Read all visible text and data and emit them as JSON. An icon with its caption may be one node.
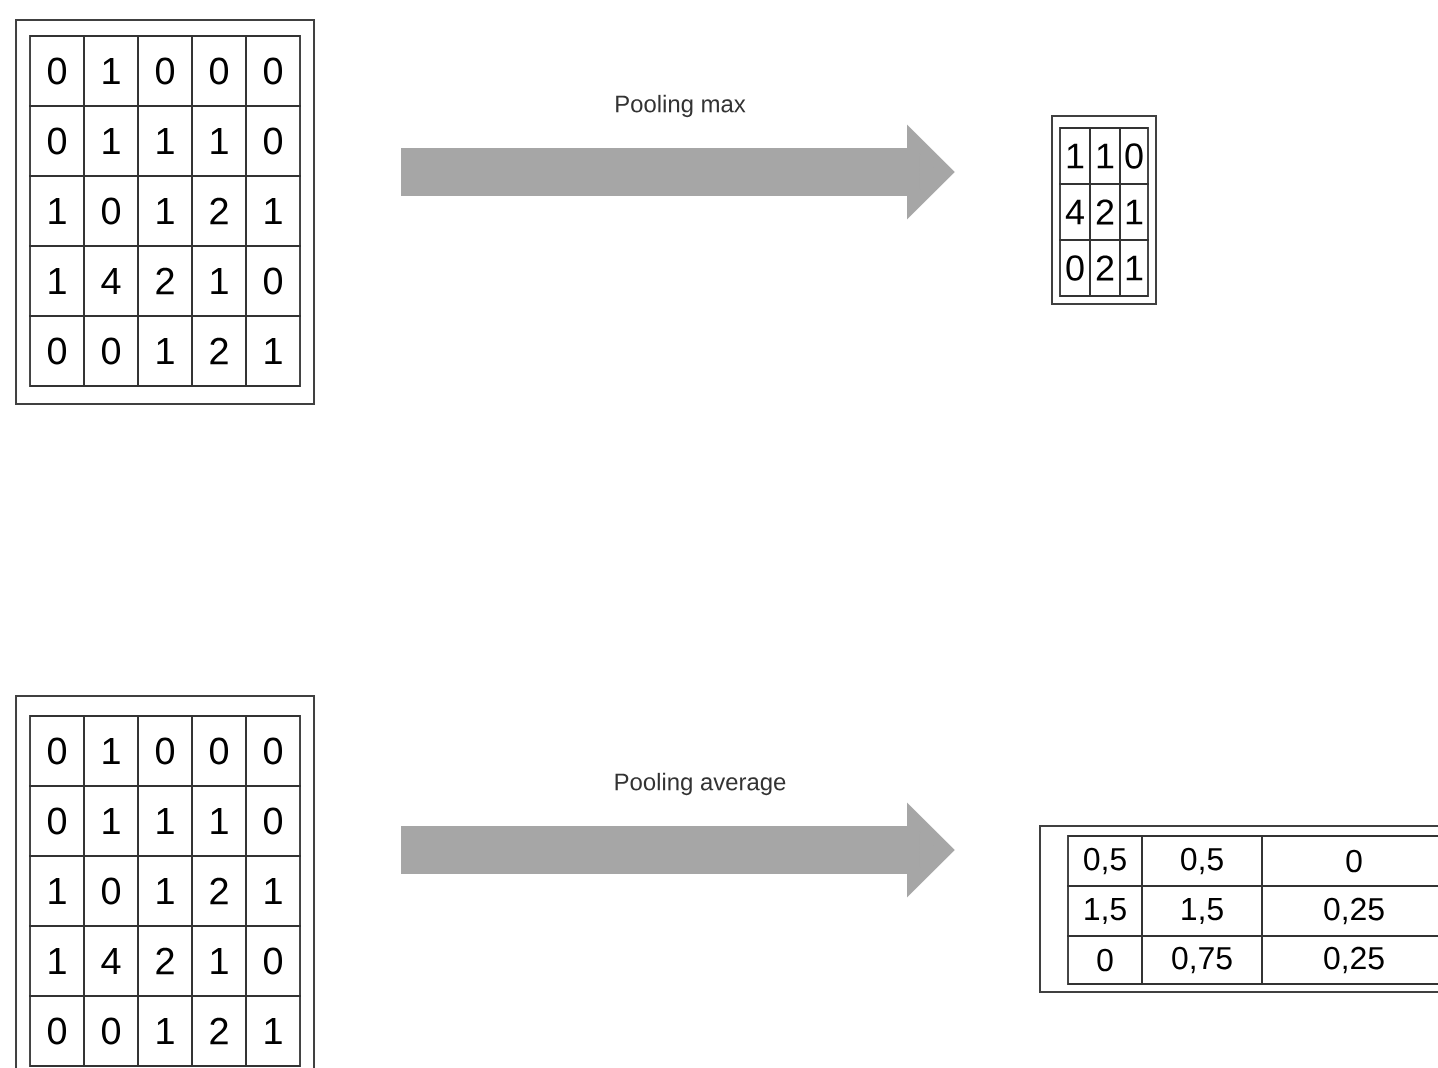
{
  "diagram": {
    "nodes": [
      {
        "text": [
          "0",
          "1",
          "0",
          "0",
          "0",
          "0",
          "1",
          "1",
          "1",
          "0",
          "1",
          "0",
          "1",
          "2",
          "1",
          "1",
          "4",
          "2",
          "1",
          "0",
          "0",
          "0",
          "1",
          "2",
          "1"
        ]
      },
      {
        "text": [
          "1",
          "1",
          "0",
          "4",
          "2",
          "1",
          "0",
          "2",
          "1"
        ]
      },
      {
        "text": [
          "0",
          "1",
          "0",
          "0",
          "0",
          "0",
          "1",
          "1",
          "1",
          "0",
          "1",
          "0",
          "1",
          "2",
          "1",
          "1",
          "4",
          "2",
          "1",
          "0",
          "0",
          "0",
          "1",
          "2",
          "1"
        ]
      },
      {
        "text": [
          "0,5",
          "0,5",
          "0",
          "1,5",
          "1,5",
          "0,25",
          "0",
          "0,75",
          "0,25"
        ]
      }
    ],
    "edges": [
      {
        "from": 0,
        "to": 1,
        "arrow": "to",
        "label": "Pooling max"
      },
      {
        "from": 2,
        "to": 3,
        "arrow": "to",
        "label": "Pooling average"
      }
    ]
  }
}
